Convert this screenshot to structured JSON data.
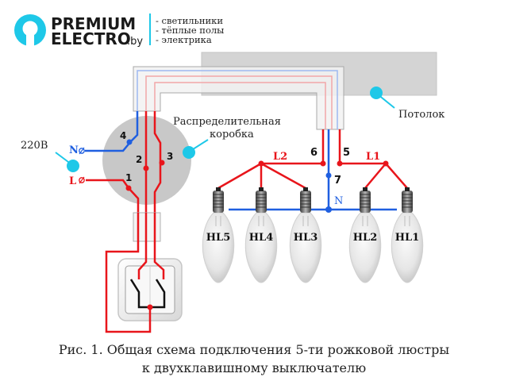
{
  "brand": {
    "name_line1": "PREMIUM",
    "name_line2": "ELECTRO",
    "domain_suffix": ".by",
    "taglines": [
      "- светильники",
      "- тёплые полы",
      "- электрика"
    ],
    "accent_color": "#1ec8e8"
  },
  "labels": {
    "supply": "220В",
    "neutral_in": "N",
    "phase_in": "L",
    "junction_box_line1": "Распределительная",
    "junction_box_line2": "коробка",
    "ceiling": "Потолок",
    "neutral_bus": "N",
    "group_l1": "L1",
    "group_l2": "L2"
  },
  "terminals": [
    "1",
    "2",
    "3",
    "4",
    "5",
    "6",
    "7"
  ],
  "lamps": [
    "HL5",
    "HL4",
    "HL3",
    "HL2",
    "HL1"
  ],
  "colors": {
    "phase_wire": "#e8151b",
    "neutral_wire": "#1f5fe0",
    "junction_box": "#c8c8c8",
    "ceiling": "#d4d4d4",
    "callout": "#1ec8e8"
  },
  "caption": {
    "line1": "Рис. 1.  Общая схема подключения 5-ти рожковой люстры",
    "line2": "к двухклавишному выключателю"
  }
}
